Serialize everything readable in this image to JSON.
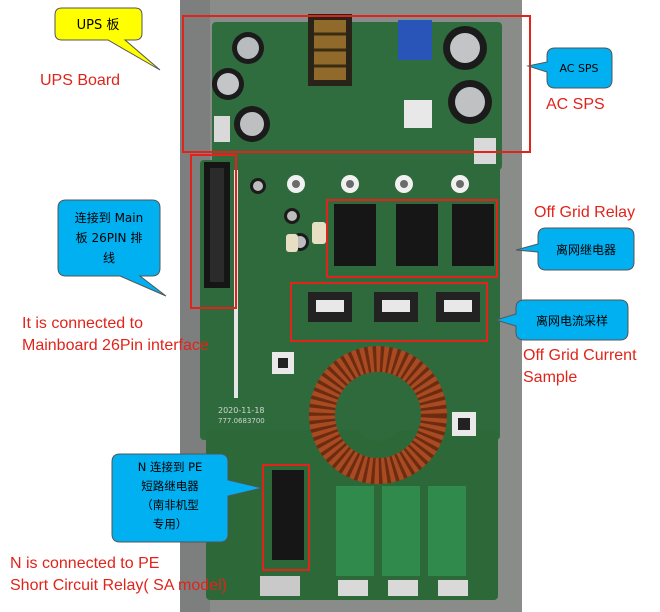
{
  "labels": {
    "ups_board": "UPS Board",
    "ac_sps": "AC SPS",
    "off_grid_relay": "Off Grid Relay",
    "interface_line1": "It is connected to",
    "interface_line2": "Mainboard 26Pin interface",
    "current_line1": "Off Grid Current",
    "current_line2": "Sample",
    "relay_line1": "N is connected to PE",
    "relay_line2": "Short Circuit Relay( SA model)"
  },
  "callouts": {
    "ups": "UPS 板",
    "ac_sps": "AC SPS",
    "main_line1": "连接到 Main",
    "main_line2": "板 26PIN 排",
    "main_line3": "线",
    "relay_cn": "离网继电器",
    "current_cn": "离网电流采样",
    "pe_line1": "N 连接到 PE",
    "pe_line2": "短路继电器",
    "pe_line3": "（南非机型",
    "pe_line4": "专用）"
  },
  "board_text": {
    "date": "2020-11-18",
    "part_no": "777.0683700"
  },
  "colors": {
    "label_red": "#e0241b",
    "yellow_callout": "#ffff00",
    "blue_callout": "#00b0f0",
    "pcb_green": "#2f6d3e",
    "background_gray": "#8a8c8a"
  }
}
